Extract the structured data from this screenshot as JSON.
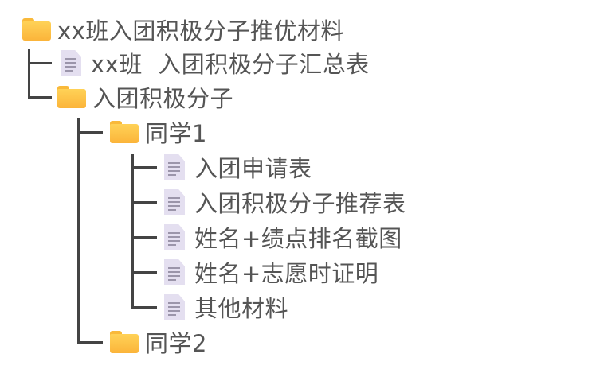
{
  "tree": {
    "root": "xx班入团积极分子推优材料",
    "summary": "xx班  入团积极分子汇总表",
    "folder": "入团积极分子",
    "student1": "同学1",
    "files": [
      "入团申请表",
      "入团积极分子推荐表",
      "姓名+绩点排名截图",
      "姓名+志愿时证明",
      "其他材料"
    ],
    "student2": "同学2"
  }
}
